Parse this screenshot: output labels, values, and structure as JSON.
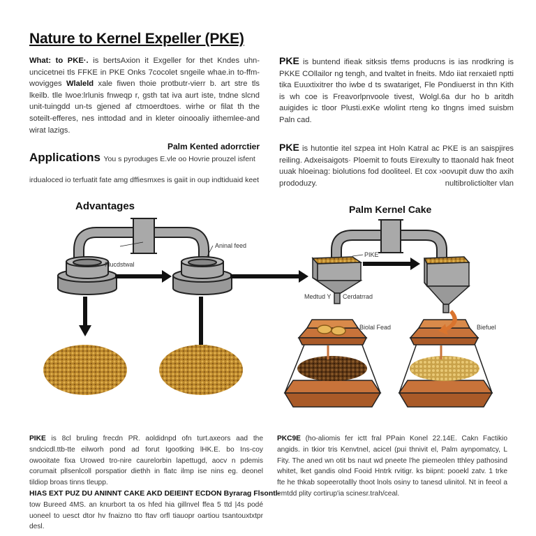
{
  "title": "Nature to Kernel Expeller (PKE)",
  "intro": {
    "lead": "What: to PKE·.",
    "text": "is bertsAxion it Exgeller for thet Kndes uhn-uncicetnei tls FFKE in PKE Onks 7cocolet sngeile whae.in to-ffm-wovigges",
    "bold": "Wlaleld",
    "text2": "xale fiwen thoie protbutr-vierr b. art stre tls lkeilb. tlle lwoe:lrlunis fnweqp r, gsth tat iva aurt iste, tndne slcnd unit-tuingdd un-ts gjened af ctmoerdtoes. wirhe or filat th the soteilt-efferes, nes inttodad and in kleter oinooaliy iithemlee-and wirat lazigs."
  },
  "subheading": "Palm Kented adorrctier",
  "applications": {
    "heading": "Applications",
    "text": "You s pyroduges E.vle oo Hovrie prouzel isfent",
    "line2": "irdualoced io terfuatit fate amg dffiesmxes is gaiit in oup indtiduaid keet"
  },
  "right_top": {
    "lead": "PKE",
    "text": "is buntend ifieak sitksis tfems producns is ias nrodkring is PKKE COllailor ng tengh, and tvaltet in fneits. Mdo iiat rerxaietl nptti tika Euuxtixitrer tho iwbe d ts swatariget, Fle Pondiuerst in thn Kith is wh coe is Freavorlpnvoole tivest, Wolgl.6a dur ho b aritdh auigides ic tloor Plusti.exKe wlolint rteng ko tlngns imed suisbm Paln cad."
  },
  "right_mid": {
    "lead": "PKE",
    "text": "is hutontie itel szpea int Holn Katral ac PKE is an saispjires reiling. Adxeisaigots· Ploemit to fouts Eirexulty to ttaonald hak fneot uuak hloeinag: biolutions fod dooliteel. Et cox ›oovupit duw tho axih prododuzy.",
    "trailing": "nultibrolictiolter vlan"
  },
  "diagram": {
    "left_heading": "Advantages",
    "right_heading": "Palm Kernel Cake",
    "labels": {
      "fluid": "Flucdstwal",
      "animal_feed": "Aninal feed",
      "pke": "PIKE",
      "method": "Medtud Y",
      "centrifuge": "Cerdatrrad",
      "biofeed": "Biolal Fead",
      "biofuel": "Biefuel"
    },
    "colors": {
      "machine": "#a9a9a9",
      "grain": "#c4902e",
      "press": "#c8733a",
      "arrow": "#111111",
      "accent_arrow": "#d9742e"
    }
  },
  "bottom_left": {
    "lead": "PIKE",
    "text": "is 8cl bruling frecdn PR. aoldidnpd ofn turt.axeors aad the sndcicdl.ttb-tte eilworh pond ad forut Igootking lHK.E. bo Ins-coy owooitate fixa Urowed tro-nire caurelorbin lapettugd, aocv n pdemis corumait pllsenlcoll porspatior diethh in flatc ilmp ise nins eg. deonel tildiop broas tinns tleupp.",
    "bold_line": "HIAS EXT PUZ DU ANINNT CAKE AKD DEIEINT ECDON Byrarag Flsontl-",
    "text2": "tow Bureed 4MS. an knurbort ta os hfed hia gillnvel ffea 5 ttd |4s podé uoneel to uesct dtor hv fnaizno tto ftav orfl tiauopr oartiou tsantouxtxtpr desl."
  },
  "bottom_right": {
    "lead": "PKC9E",
    "text": "(ho-aliomis fer ictt fral PPain Konel 22.14E. Cakn Factikio angids. in tkior tris Kenvtnel, acicel (pui thnivit el, Palm aynpomatcy, L Fity. The aned wn otit bs naut wd pneete l'he piemeolen tthley pathosind whitet, lket gandis olnd Fooid Hntrk rvitigr. ks biipnt: pooekl zatv. 1 trke fte he thkab sopeerotallly thoot lnols osiny to tanesd ulinitol. Nt in feeol a emtdd plity cortirup'ia scinesr.trah/ceal."
  }
}
